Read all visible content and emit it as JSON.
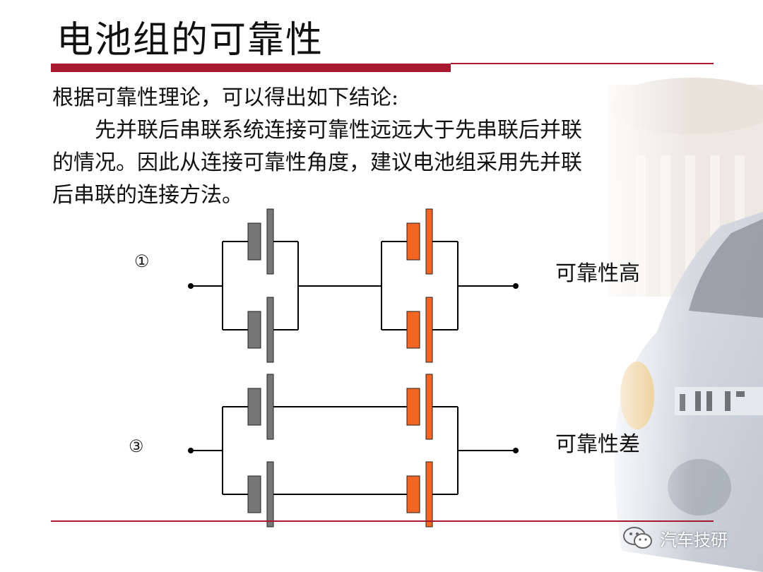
{
  "slide": {
    "title": "电池组的可靠性",
    "intro": "根据可靠性理论，可以得出如下结论:",
    "conclusion_line1": "先并联后串联系统连接可靠性远远大于先串联后并联",
    "conclusion_line2": "的情况。因此从连接可靠性角度，建议电池组采用先并联",
    "conclusion_line3": "后串联的连接方法。"
  },
  "diagram": {
    "circuit1": {
      "number": "①",
      "label": "可靠性高"
    },
    "circuit3": {
      "number": "③",
      "label": "可靠性差"
    },
    "colors": {
      "gray_cell": "#777777",
      "orange_cell": "#f26522",
      "wire": "#000000"
    }
  },
  "watermark": {
    "text": "汽车技研",
    "icon": "wechat-icon"
  },
  "colors": {
    "accent": "#a6192e"
  }
}
